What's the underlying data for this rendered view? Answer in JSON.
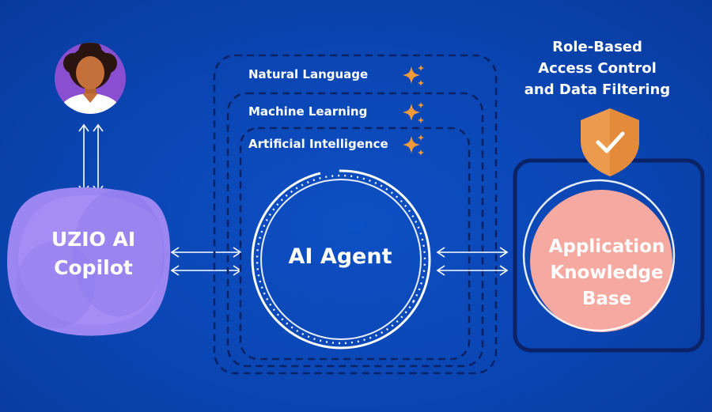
{
  "copilot": {
    "line1": "UZIO AI",
    "line2": "Copilot"
  },
  "agent": {
    "label": "AI Agent"
  },
  "layers": [
    {
      "label": "Natural Language",
      "icon": "sparkle-icon"
    },
    {
      "label": "Machine Learning",
      "icon": "sparkle-icon"
    },
    {
      "label": "Artificial Intelligence",
      "icon": "sparkle-icon"
    }
  ],
  "access_control": {
    "line1": "Role-Based",
    "line2": "Access Control",
    "line3": "and Data Filtering",
    "icon": "shield-check-icon"
  },
  "knowledge_base": {
    "line1": "Application",
    "line2": "Knowledge",
    "line3": "Base"
  },
  "user": {
    "icon": "user-avatar-icon"
  },
  "colors": {
    "background": "#0a45b3",
    "copilot_blob": "#9b86f2",
    "avatar_circle": "#8a4fd1",
    "sparkle": "#f29a3a",
    "shield": "#eb9a4e",
    "kb_circle": "#f5a9a0",
    "frame_dark": "#0b2a66"
  }
}
